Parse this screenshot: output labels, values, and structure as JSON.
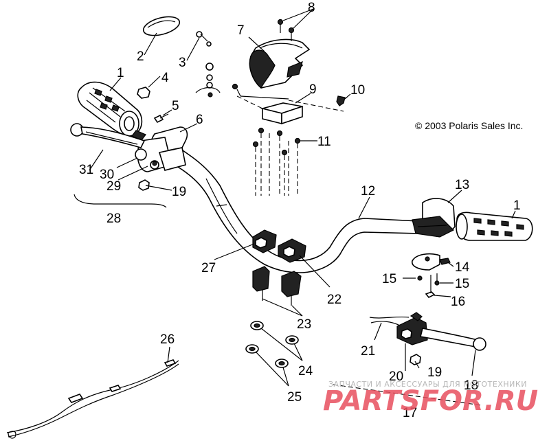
{
  "copyright": "© 2003 Polaris Sales Inc.",
  "watermark": {
    "caption": "ЗАПЧАСТИ И АКСЕССУАРЫ ДЛЯ МОТОТЕХНИКИ",
    "brand": "PARTSFOR.RU",
    "brand_color": "#e8505f"
  },
  "callouts": {
    "c1a": "1",
    "c1b": "1",
    "c2": "2",
    "c3": "3",
    "c4": "4",
    "c5": "5",
    "c6": "6",
    "c7": "7",
    "c8": "8",
    "c9": "9",
    "c10": "10",
    "c11": "11",
    "c12": "12",
    "c13": "13",
    "c14": "14",
    "c15a": "15",
    "c15b": "15",
    "c16": "16",
    "c17": "17",
    "c18": "18",
    "c19a": "19",
    "c19b": "19",
    "c20": "20",
    "c21": "21",
    "c22": "22",
    "c23": "23",
    "c24": "24",
    "c25": "25",
    "c26": "26",
    "c27": "27",
    "c28": "28",
    "c29": "29",
    "c30": "30",
    "c31": "31"
  }
}
